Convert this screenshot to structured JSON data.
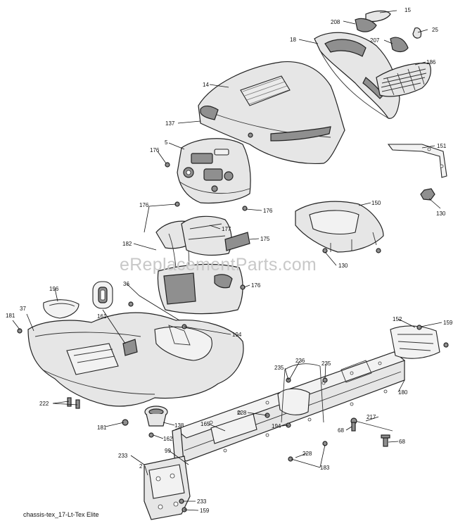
{
  "diagram": {
    "footer_label": "chassis-tex_17-Lt-Tex Elite",
    "watermark": "eReplacementParts.com",
    "callouts": [
      "15",
      "208",
      "25",
      "18",
      "207",
      "186",
      "14",
      "137",
      "5",
      "176",
      "151",
      "176",
      "176",
      "130",
      "150",
      "177",
      "175",
      "182",
      "130",
      "176",
      "36",
      "196",
      "161",
      "181",
      "37",
      "194",
      "152",
      "159",
      "236",
      "235",
      "235",
      "180",
      "222",
      "228",
      "217",
      "181",
      "138",
      "165",
      "194",
      "68",
      "68",
      "162",
      "233",
      "99",
      "228",
      "2",
      "183",
      "233",
      "159"
    ]
  }
}
